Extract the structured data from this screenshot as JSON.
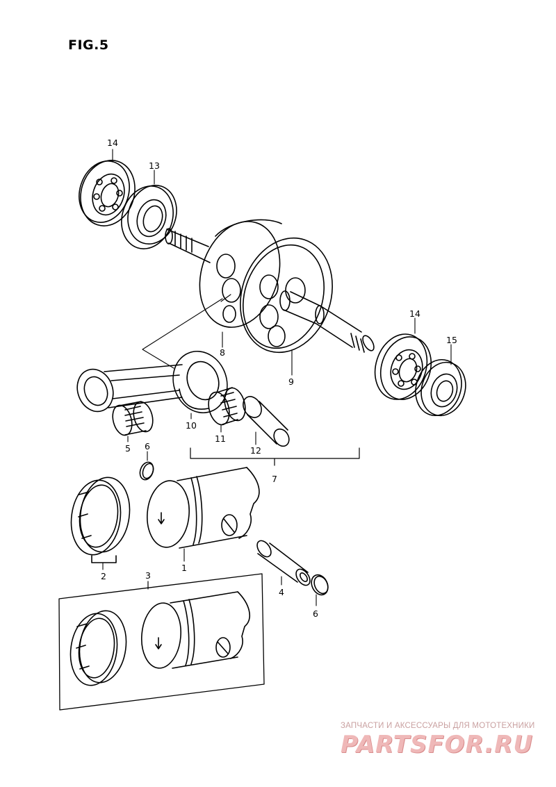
{
  "title": "FIG.5",
  "callouts": [
    {
      "id": "c14a",
      "text": "14"
    },
    {
      "id": "c13",
      "text": "13"
    },
    {
      "id": "c14b",
      "text": "14"
    },
    {
      "id": "c15",
      "text": "15"
    },
    {
      "id": "c8",
      "text": "8"
    },
    {
      "id": "c9",
      "text": "9"
    },
    {
      "id": "c10",
      "text": "10"
    },
    {
      "id": "c11",
      "text": "11"
    },
    {
      "id": "c12",
      "text": "12"
    },
    {
      "id": "c5",
      "text": "5"
    },
    {
      "id": "c6a",
      "text": "6"
    },
    {
      "id": "c7",
      "text": "7"
    },
    {
      "id": "c2",
      "text": "2"
    },
    {
      "id": "c1",
      "text": "1"
    },
    {
      "id": "c4",
      "text": "4"
    },
    {
      "id": "c6b",
      "text": "6"
    },
    {
      "id": "c3",
      "text": "3"
    }
  ],
  "watermark": {
    "caption": "ЗАПЧАСТИ И АКСЕССУАРЫ ДЛЯ МОТОТЕХНИКИ",
    "logo": "PARTSFOR.RU"
  }
}
